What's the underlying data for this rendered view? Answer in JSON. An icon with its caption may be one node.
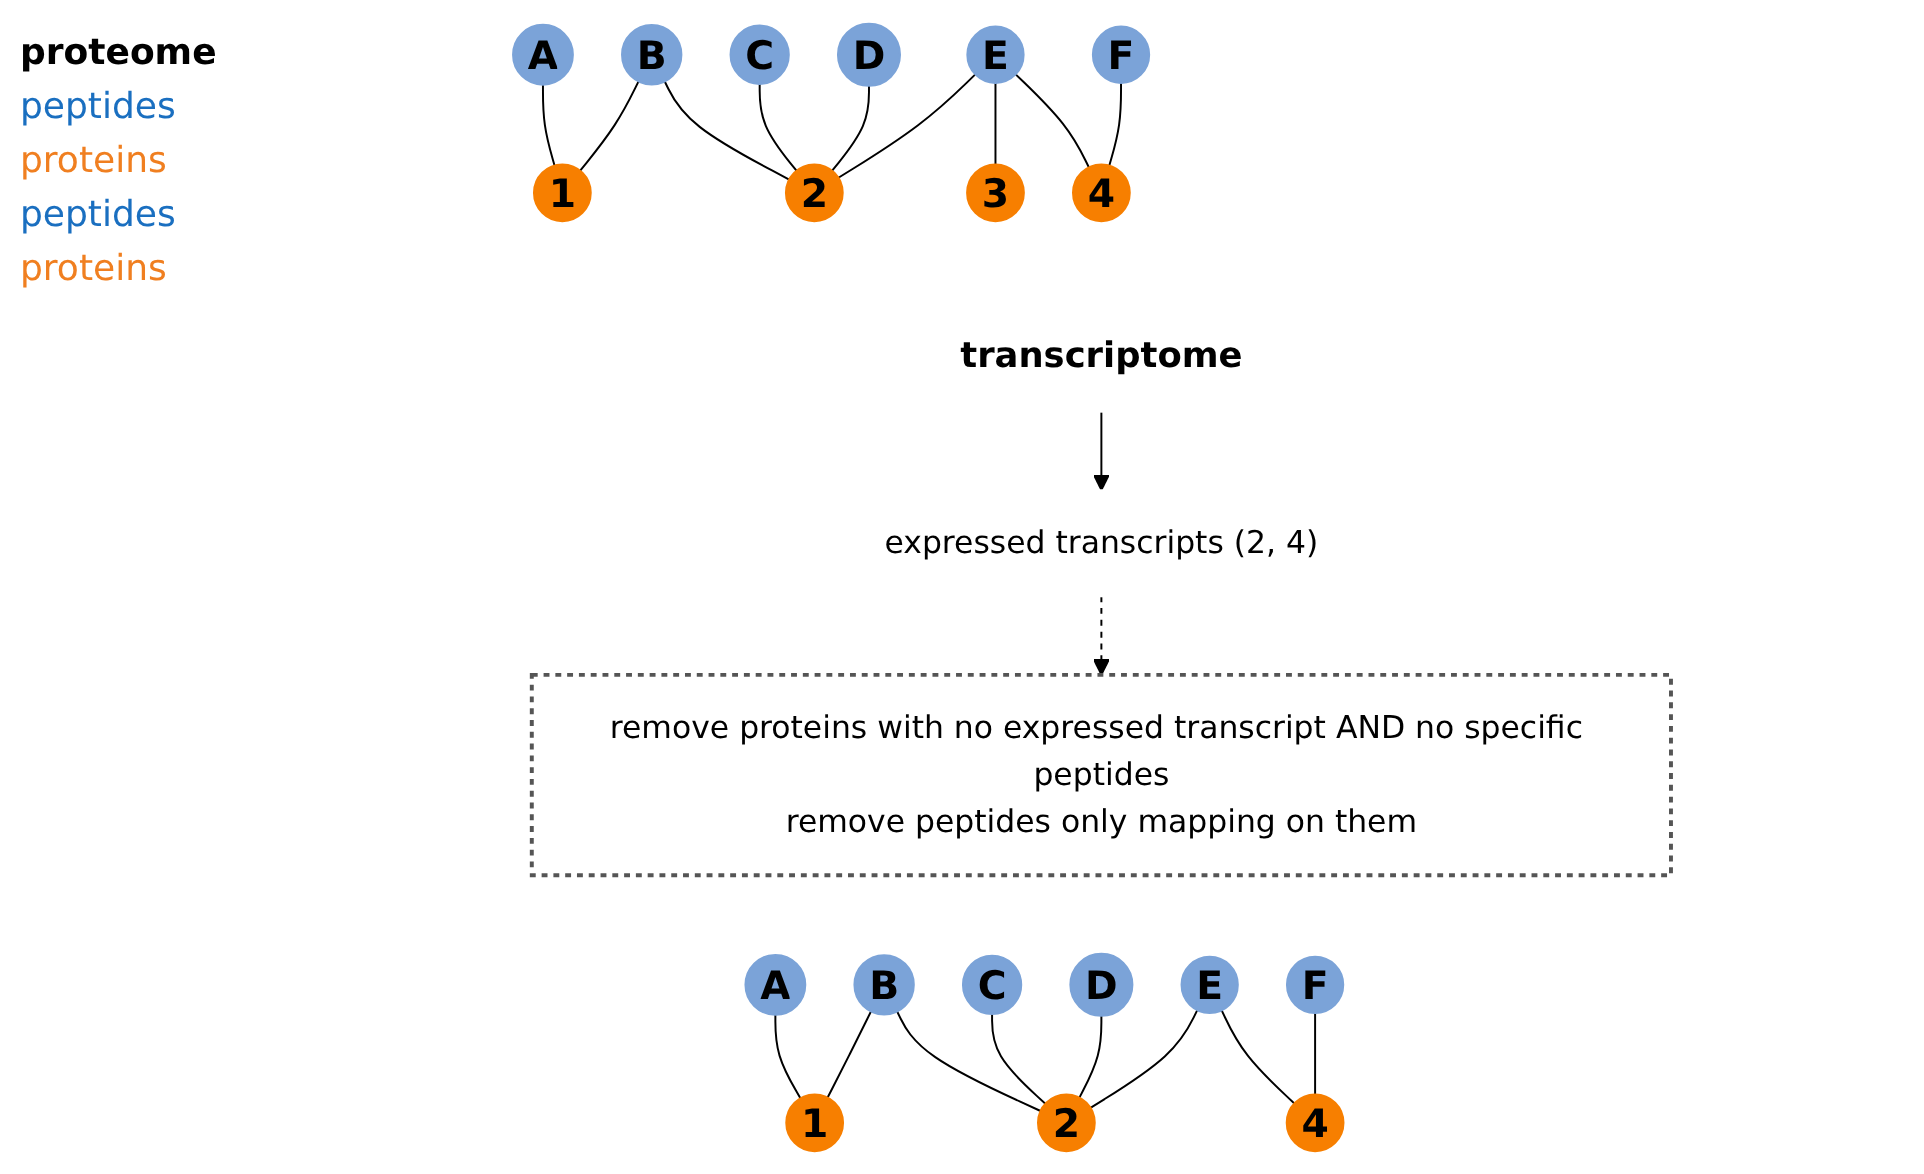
{
  "diagram": {
    "nodes": [
      {
        "text": [
          "A"
        ]
      },
      {
        "text": [
          "B"
        ]
      },
      {
        "text": [
          "C"
        ]
      },
      {
        "text": [
          "D"
        ]
      },
      {
        "text": [
          "E"
        ]
      },
      {
        "text": [
          "F"
        ]
      },
      {
        "text": [
          "1"
        ]
      },
      {
        "text": [
          "2"
        ]
      },
      {
        "text": [
          "3"
        ]
      },
      {
        "text": [
          "4"
        ]
      },
      {
        "text": [
          "remove proteins with no expressed transcript AND no specific peptides",
          "remove peptides only mapping on them"
        ]
      },
      {
        "text": [
          "transcriptome"
        ]
      },
      {
        "text": [
          "expressed transcripts (2, 4)"
        ]
      },
      {
        "text": [
          "A"
        ]
      },
      {
        "text": [
          "B"
        ]
      },
      {
        "text": [
          "C"
        ]
      },
      {
        "text": [
          "D"
        ]
      },
      {
        "text": [
          "E"
        ]
      },
      {
        "text": [
          "F"
        ]
      },
      {
        "text": [
          "1"
        ]
      },
      {
        "text": [
          "2"
        ]
      },
      {
        "text": [
          "4"
        ]
      }
    ],
    "edges": [
      {
        "from": 0,
        "to": 6,
        "arrow": "none"
      },
      {
        "from": 1,
        "to": 6,
        "arrow": "none"
      },
      {
        "from": 1,
        "to": 7,
        "arrow": "none"
      },
      {
        "from": 2,
        "to": 7,
        "arrow": "none"
      },
      {
        "from": 3,
        "to": 7,
        "arrow": "none"
      },
      {
        "from": 4,
        "to": 7,
        "arrow": "none"
      },
      {
        "from": 4,
        "to": 8,
        "arrow": "none"
      },
      {
        "from": 4,
        "to": 9,
        "arrow": "none"
      },
      {
        "from": 5,
        "to": 9,
        "arrow": "none"
      },
      {
        "from": 11,
        "to": 12,
        "arrow": "to"
      },
      {
        "from": 12,
        "to": 10,
        "arrow": "to",
        "style": "dashed"
      },
      {
        "from": 13,
        "to": 19,
        "arrow": "none"
      },
      {
        "from": 14,
        "to": 19,
        "arrow": "none"
      },
      {
        "from": 14,
        "to": 20,
        "arrow": "none"
      },
      {
        "from": 15,
        "to": 20,
        "arrow": "none"
      },
      {
        "from": 16,
        "to": 20,
        "arrow": "none"
      },
      {
        "from": 17,
        "to": 20,
        "arrow": "none"
      },
      {
        "from": 17,
        "to": 21,
        "arrow": "none"
      },
      {
        "from": 18,
        "to": 21,
        "arrow": "none"
      }
    ],
    "labels": [
      "proteome",
      "peptides",
      "proteins",
      "peptides",
      "proteins"
    ]
  }
}
